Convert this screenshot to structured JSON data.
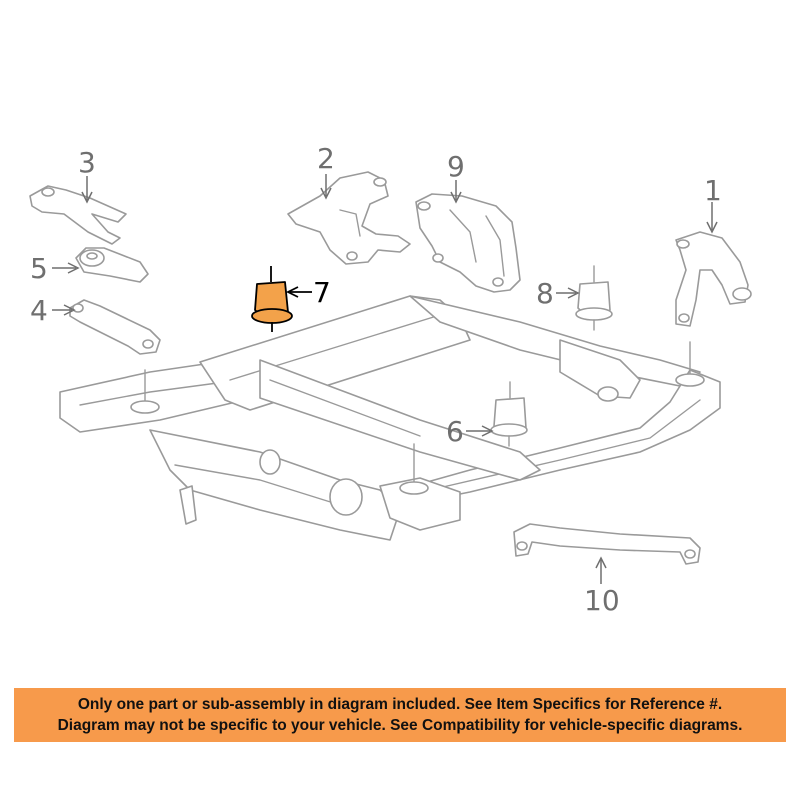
{
  "callouts": {
    "c1": "1",
    "c2": "2",
    "c3": "3",
    "c4": "4",
    "c5": "5",
    "c6": "6",
    "c7": "7",
    "c8": "8",
    "c9": "9",
    "c10": "10"
  },
  "highlighted_part": "7",
  "colors": {
    "highlight": "#f3a24a",
    "notice_bg": "#f79a4b",
    "line": "#9a9a9a"
  },
  "notice": {
    "line1": "Only one part or sub-assembly in diagram included. See Item Specifics for Reference #.",
    "line2": "Diagram may not be specific to your vehicle. See Compatibility for vehicle-specific diagrams."
  }
}
